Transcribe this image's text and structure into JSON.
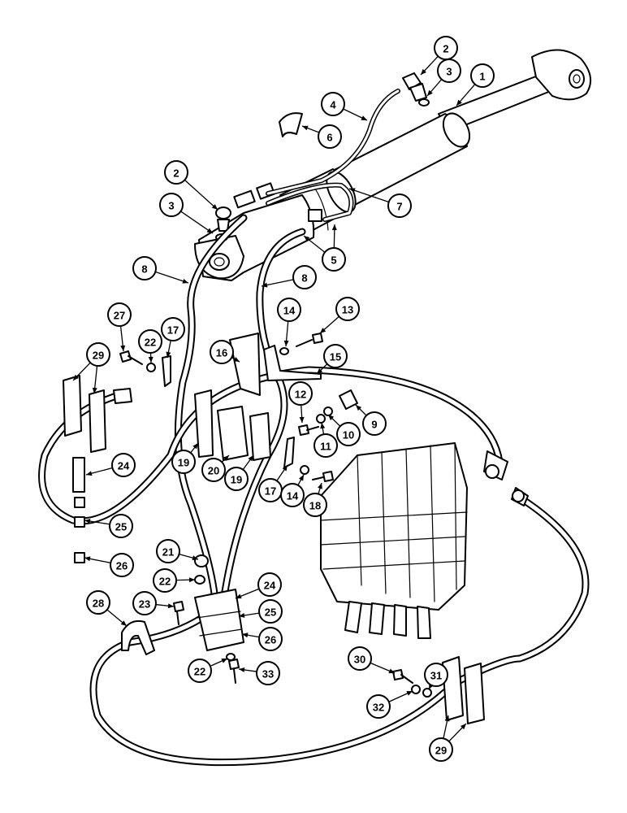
{
  "callouts": [
    {
      "id": "c1",
      "label": "1"
    },
    {
      "id": "c2a",
      "label": "2"
    },
    {
      "id": "c3a",
      "label": "3"
    },
    {
      "id": "c4",
      "label": "4"
    },
    {
      "id": "c6",
      "label": "6"
    },
    {
      "id": "c2b",
      "label": "2"
    },
    {
      "id": "c3b",
      "label": "3"
    },
    {
      "id": "c7",
      "label": "7"
    },
    {
      "id": "c5",
      "label": "5"
    },
    {
      "id": "c8a",
      "label": "8"
    },
    {
      "id": "c8b",
      "label": "8"
    },
    {
      "id": "c27",
      "label": "27"
    },
    {
      "id": "c22a",
      "label": "22"
    },
    {
      "id": "c17a",
      "label": "17"
    },
    {
      "id": "c14a",
      "label": "14"
    },
    {
      "id": "c13",
      "label": "13"
    },
    {
      "id": "c16",
      "label": "16"
    },
    {
      "id": "c15",
      "label": "15"
    },
    {
      "id": "c29a",
      "label": "29"
    },
    {
      "id": "c12",
      "label": "12"
    },
    {
      "id": "c9",
      "label": "9"
    },
    {
      "id": "c10",
      "label": "10"
    },
    {
      "id": "c11",
      "label": "11"
    },
    {
      "id": "c19a",
      "label": "19"
    },
    {
      "id": "c20",
      "label": "20"
    },
    {
      "id": "c19b",
      "label": "19"
    },
    {
      "id": "c24a",
      "label": "24"
    },
    {
      "id": "c17b",
      "label": "17"
    },
    {
      "id": "c14b",
      "label": "14"
    },
    {
      "id": "c18",
      "label": "18"
    },
    {
      "id": "c25a",
      "label": "25"
    },
    {
      "id": "c26a",
      "label": "26"
    },
    {
      "id": "c21",
      "label": "21"
    },
    {
      "id": "c22b",
      "label": "22"
    },
    {
      "id": "c24b",
      "label": "24"
    },
    {
      "id": "c28",
      "label": "28"
    },
    {
      "id": "c23",
      "label": "23"
    },
    {
      "id": "c25b",
      "label": "25"
    },
    {
      "id": "c26b",
      "label": "26"
    },
    {
      "id": "c22c",
      "label": "22"
    },
    {
      "id": "c33",
      "label": "33"
    },
    {
      "id": "c30",
      "label": "30"
    },
    {
      "id": "c31",
      "label": "31"
    },
    {
      "id": "c32",
      "label": "32"
    },
    {
      "id": "c29b",
      "label": "29"
    }
  ]
}
